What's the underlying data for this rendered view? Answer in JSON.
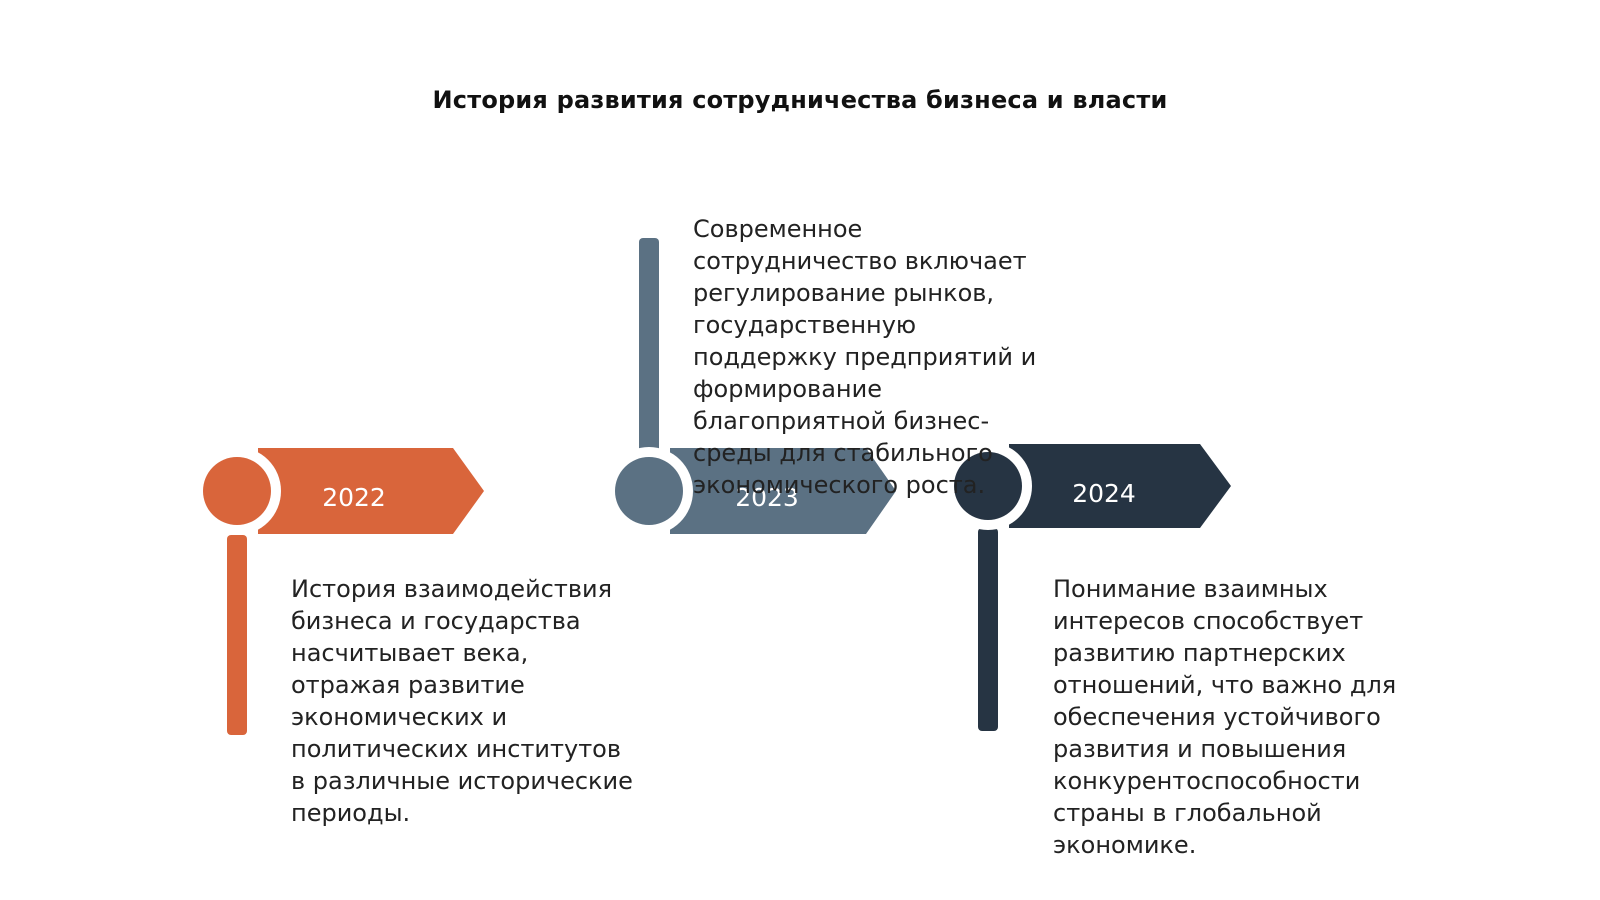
{
  "title": "История развития сотрудничества бизнеса и власти",
  "colors": {
    "milestone_1": "#d9653b",
    "milestone_2": "#5b7183",
    "milestone_3": "#263443"
  },
  "milestones": [
    {
      "year": "2022",
      "text": "История взаимодействия бизнеса и государства насчитывает века, отражая развитие экономических и политических институтов в различные исторические периоды."
    },
    {
      "year": "2023",
      "text": "Современное сотрудничество включает регулирование рынков, государственную поддержку предприятий и формирование благоприятной бизнес-среды для стабильного экономического роста."
    },
    {
      "year": "2024",
      "text": "Понимание взаимных интересов способствует развитию партнерских отношений, что важно для обеспечения устойчивого развития и повышения конкурентоспособности страны в глобальной экономике."
    }
  ]
}
